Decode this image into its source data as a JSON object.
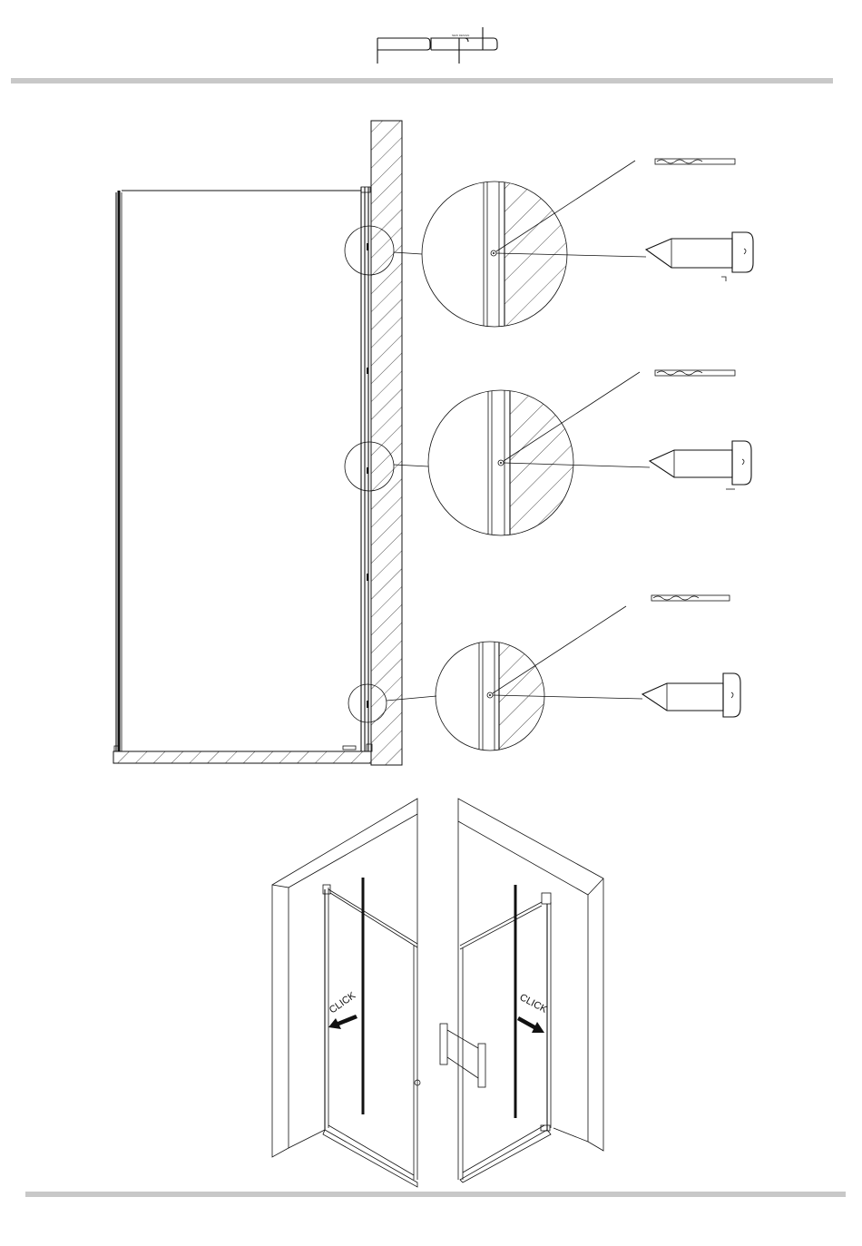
{
  "header": {
    "logo_text": "pdp",
    "logo_subtext": "NEW DESIGN"
  },
  "iso_views": {
    "left_label": "CLICK",
    "right_label": "CLICK"
  },
  "colors": {
    "rule": "#c8c8c8",
    "ink": "#111111"
  }
}
